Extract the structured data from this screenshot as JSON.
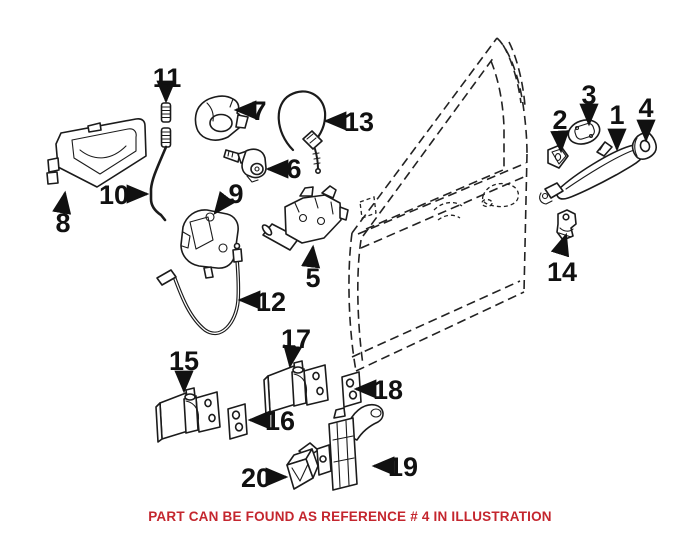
{
  "caption": {
    "text": "PART CAN BE FOUND AS REFERENCE # 4 IN ILLUSTRATION",
    "color": "#c4262e"
  },
  "colors": {
    "line": "#1b1b1b",
    "background": "#ffffff",
    "label": "#111111"
  },
  "labels": [
    "1",
    "2",
    "3",
    "4",
    "5",
    "6",
    "7",
    "8",
    "9",
    "10",
    "11",
    "12",
    "13",
    "14",
    "15",
    "16",
    "17",
    "18",
    "19",
    "20"
  ]
}
